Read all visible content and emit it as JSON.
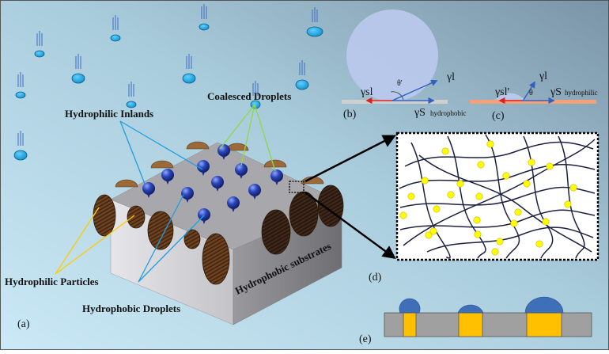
{
  "labels": {
    "coalesced": "Coalesced Droplets",
    "inlands": "Hydrophilic Inlands",
    "particles": "Hydrophilic Particles",
    "hydrophobic_droplets": "Hydrophobic Droplets",
    "substrate": "Hydrophobic substrates"
  },
  "panels": {
    "a": "(a)",
    "b": "(b)",
    "c": "(c)",
    "d": "(d)",
    "e": "(e)"
  },
  "panel_b": {
    "gamma_l": "γl",
    "gamma_sl": "γsl",
    "theta": "θ'",
    "gamma_s": "γS",
    "gamma_s_sub": "hydrophobic"
  },
  "panel_c": {
    "gamma_l": "γl",
    "gamma_sl": "γsl'",
    "theta": "θ",
    "gamma_s": "γS",
    "gamma_s_sub": "hydrophilic"
  },
  "colors": {
    "background_left": "#c5e6f4",
    "background_right": "#7f98aa",
    "droplet_fill": "#1aa4e0",
    "droplet_edge": "#0b5f8a",
    "blue_sphere": "#2440a8",
    "particle_brown": "#7a4a22",
    "particle_dark": "#2a1a10",
    "substrate_top": "#a4a4a8",
    "substrate_front": "#d8d8dc",
    "bar_gray": "#a0a0a0",
    "bar_yellow": "#ffc000",
    "cap_blue": "#3f6fb8",
    "hydrophilic_bar": "#f4a07a",
    "yellow_dot": "#ffff00",
    "leader_blue": "#1f9fe0",
    "leader_green": "#8fd846",
    "leader_yellow": "#ffcc00"
  }
}
